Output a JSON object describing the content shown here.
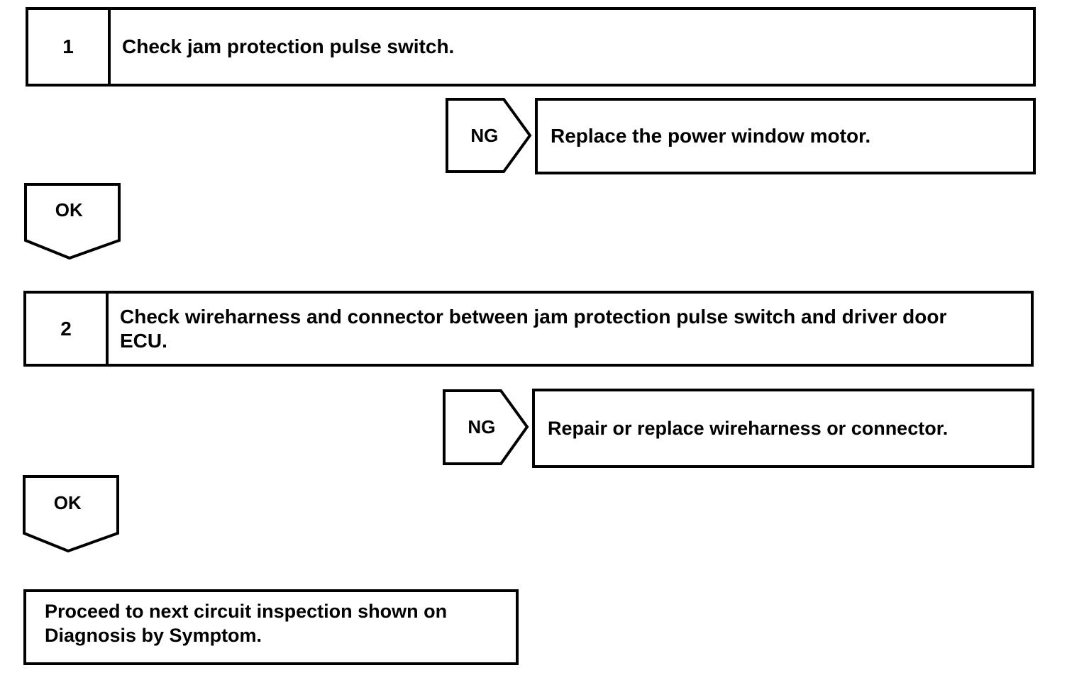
{
  "flowchart": {
    "steps": [
      {
        "number": "1",
        "instruction": "Check jam protection pulse switch.",
        "ng_label": "NG",
        "ng_action": "Replace the power window motor.",
        "ok_label": "OK"
      },
      {
        "number": "2",
        "instruction": "Check wireharness and connector between jam protection pulse switch and driver door ECU.",
        "ng_label": "NG",
        "ng_action": "Repair or replace wireharness or connector.",
        "ok_label": "OK"
      }
    ],
    "final_action": "Proceed to next circuit inspection shown on Diagnosis by Symptom."
  },
  "colors": {
    "line": "#000000",
    "background": "#ffffff",
    "text": "#000000"
  }
}
